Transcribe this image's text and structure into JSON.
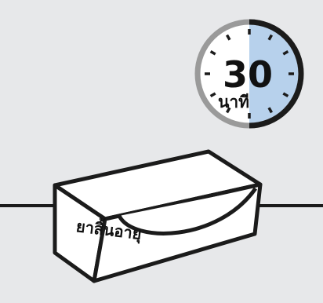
{
  "timer": {
    "minutes": "30",
    "unit": "นาที",
    "fraction": 0.5,
    "fill_color": "#b7d1ec",
    "ring_color": "#9a9a9a",
    "elapsed_ring_color": "#1b1b1b",
    "icon": "stopwatch-timer-icon"
  },
  "box": {
    "label": "ยาสิ้นอายุ",
    "icon": "tablet-box-icon"
  },
  "colors": {
    "background": "#e7e8ea",
    "line": "#1b1b1b",
    "box_fill": "#ffffff"
  }
}
